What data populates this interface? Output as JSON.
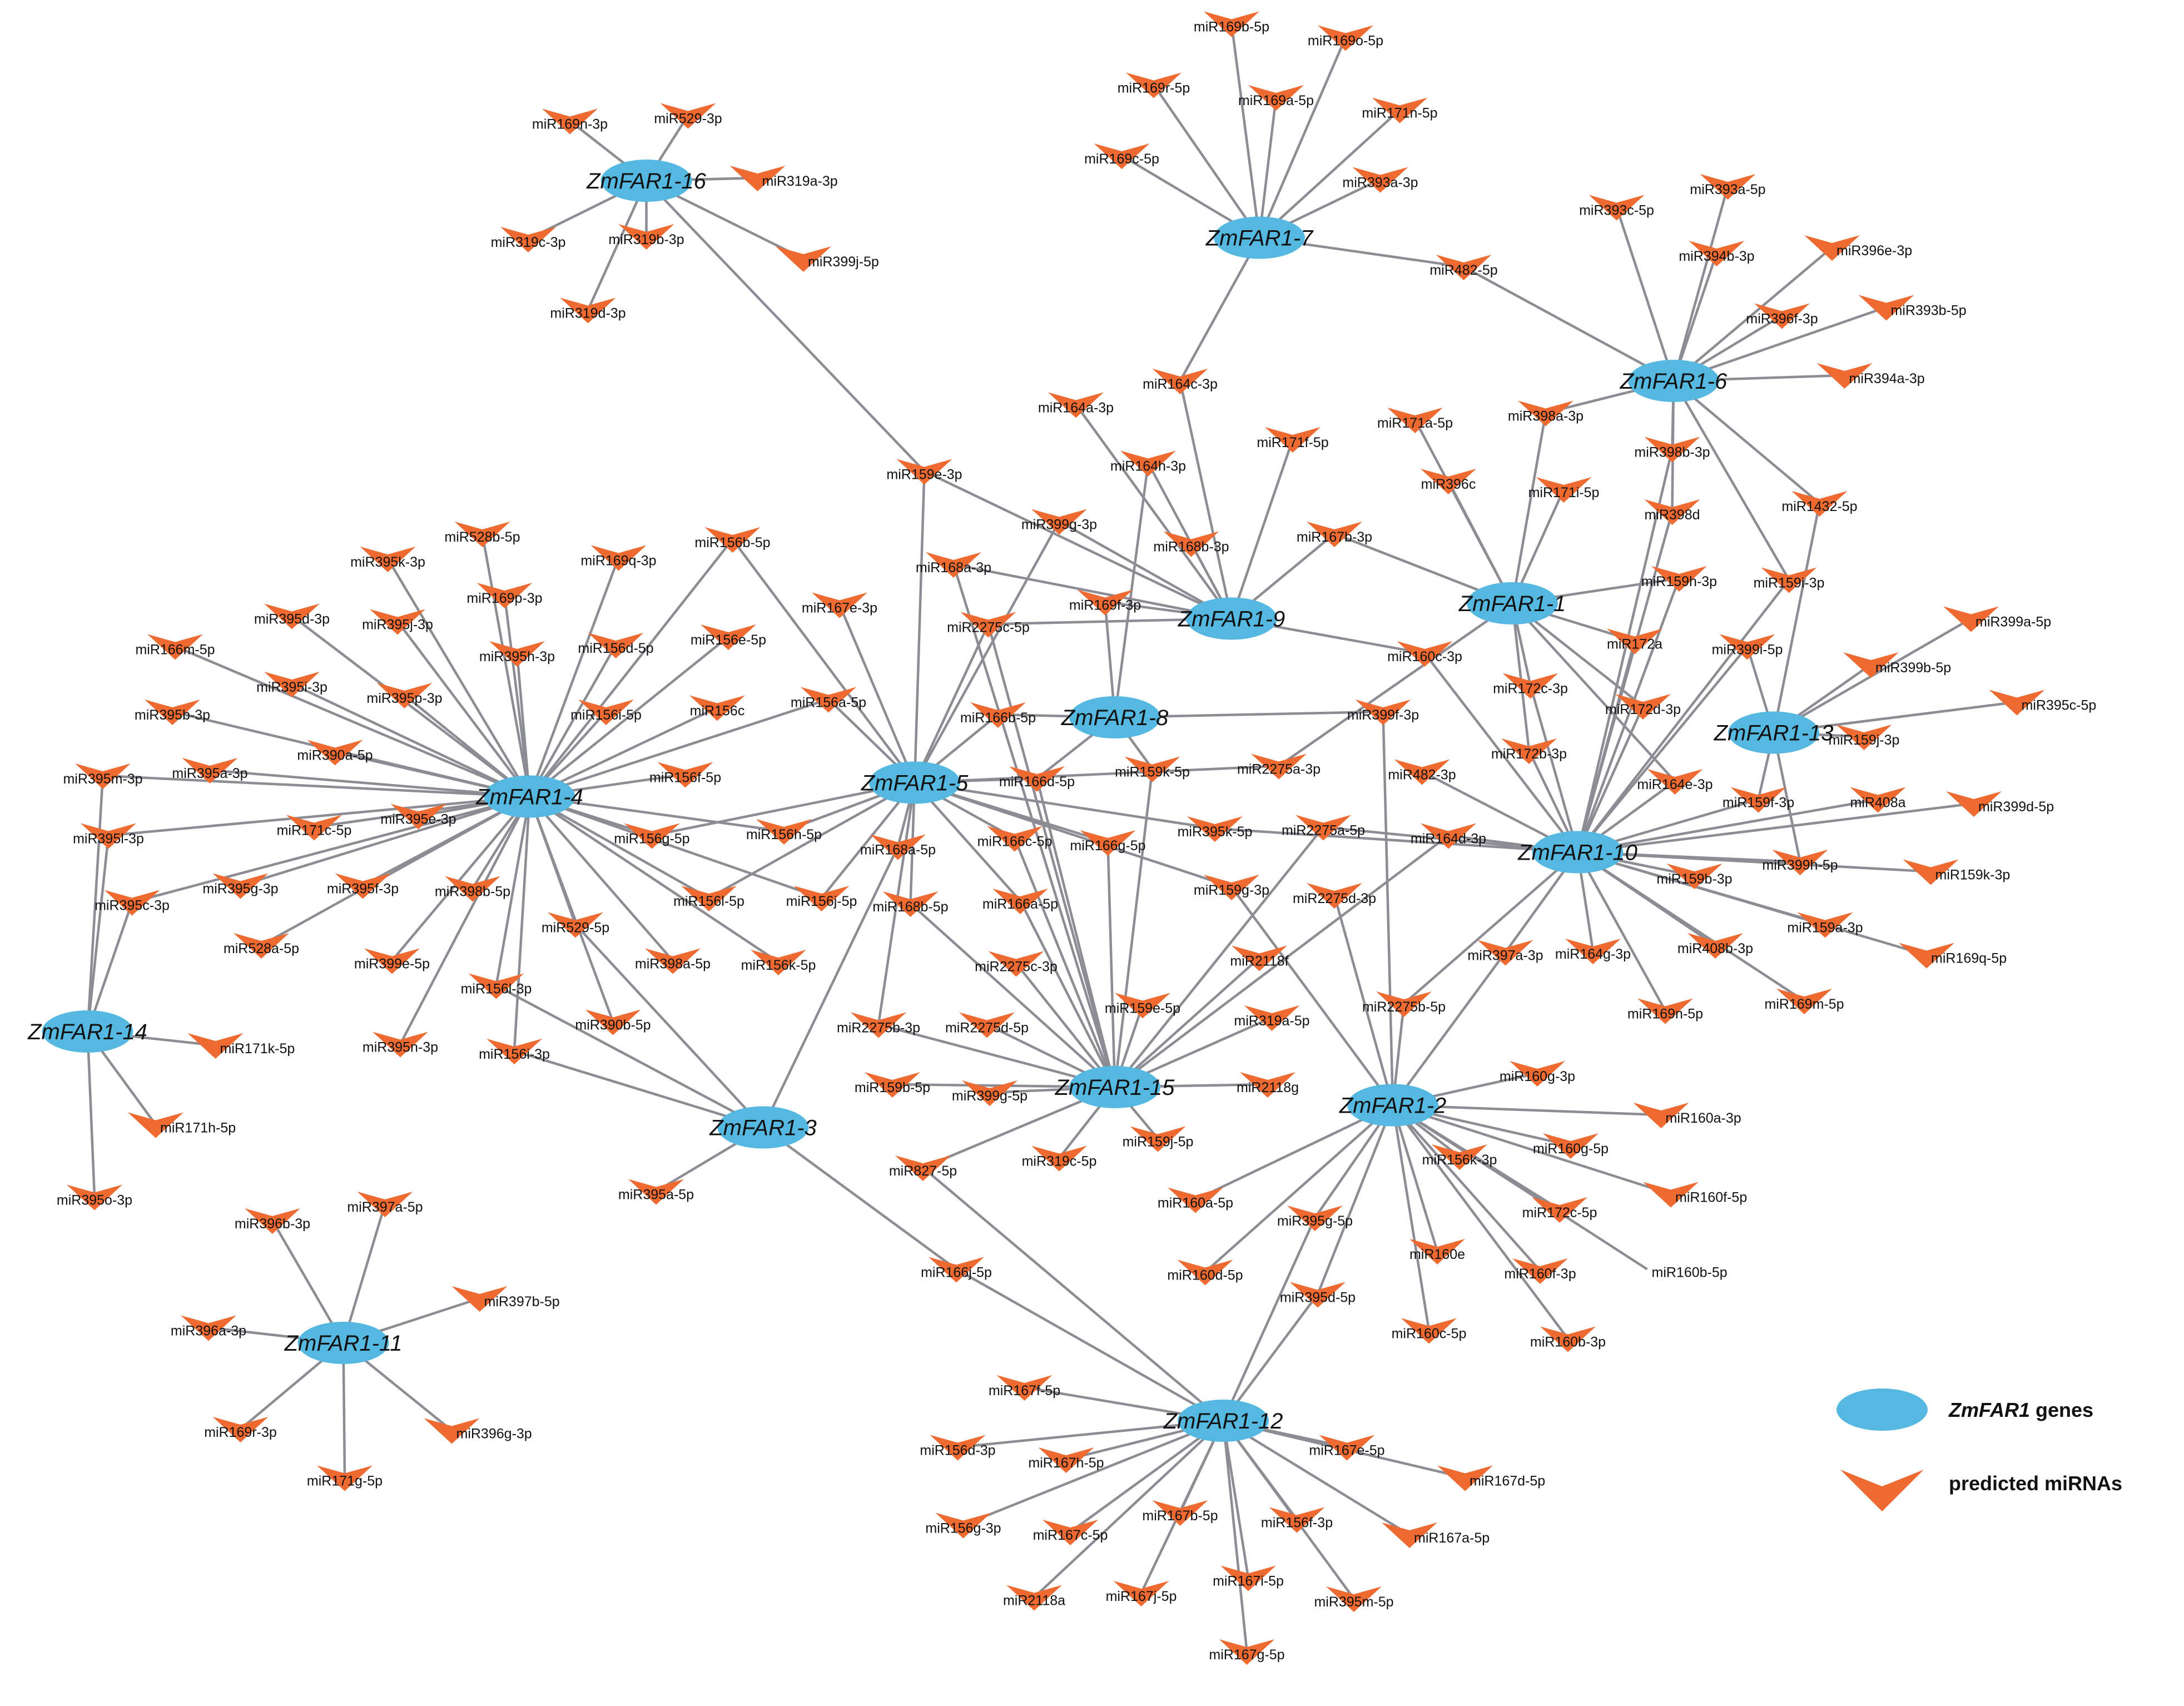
{
  "colors": {
    "gene": "#54b8e0",
    "mirna": "#ef6a30",
    "edge": "#8c8c94"
  },
  "legend": {
    "gene_name": "ZmFAR1",
    "gene_suffix": " genes",
    "mirna_label": "predicted miRNAs"
  },
  "genes": [
    {
      "id": "G1",
      "label": "ZmFAR1-1"
    },
    {
      "id": "G2",
      "label": "ZmFAR1-2"
    },
    {
      "id": "G3",
      "label": "ZmFAR1-3"
    },
    {
      "id": "G4",
      "label": "ZmFAR1-4"
    },
    {
      "id": "G5",
      "label": "ZmFAR1-5"
    },
    {
      "id": "G6",
      "label": "ZmFAR1-6"
    },
    {
      "id": "G7",
      "label": "ZmFAR1-7"
    },
    {
      "id": "G8",
      "label": "ZmFAR1-8"
    },
    {
      "id": "G9",
      "label": "ZmFAR1-9"
    },
    {
      "id": "G10",
      "label": "ZmFAR1-10"
    },
    {
      "id": "G11",
      "label": "ZmFAR1-11"
    },
    {
      "id": "G12",
      "label": "ZmFAR1-12"
    },
    {
      "id": "G13",
      "label": "ZmFAR1-13"
    },
    {
      "id": "G14",
      "label": "ZmFAR1-14"
    },
    {
      "id": "G15",
      "label": "ZmFAR1-15"
    },
    {
      "id": "G16",
      "label": "ZmFAR1-16"
    }
  ],
  "mirnas": [
    {
      "label": "miR169n-3p",
      "targets": [
        "G16"
      ]
    },
    {
      "label": "miR529-3p",
      "targets": [
        "G16"
      ]
    },
    {
      "label": "miR319a-3p",
      "targets": [
        "G16"
      ]
    },
    {
      "label": "miR319c-3p",
      "targets": [
        "G16"
      ]
    },
    {
      "label": "miR319b-3p",
      "targets": [
        "G16"
      ]
    },
    {
      "label": "miR399j-5p",
      "targets": [
        "G16"
      ]
    },
    {
      "label": "miR319d-3p",
      "targets": [
        "G16"
      ]
    },
    {
      "label": "miR169b-5p",
      "targets": [
        "G7"
      ]
    },
    {
      "label": "miR169o-5p",
      "targets": [
        "G7"
      ]
    },
    {
      "label": "miR169r-5p",
      "targets": [
        "G7"
      ]
    },
    {
      "label": "miR169a-5p",
      "targets": [
        "G7"
      ]
    },
    {
      "label": "miR171n-5p",
      "targets": [
        "G7"
      ]
    },
    {
      "label": "miR169c-5p",
      "targets": [
        "G7"
      ]
    },
    {
      "label": "miR393a-3p",
      "targets": [
        "G7"
      ]
    },
    {
      "label": "miR482-5p",
      "targets": [
        "G7",
        "G6"
      ]
    },
    {
      "label": "miR164c-3p",
      "targets": [
        "G7",
        "G9"
      ]
    },
    {
      "label": "miR393c-5p",
      "targets": [
        "G6"
      ]
    },
    {
      "label": "miR393a-5p",
      "targets": [
        "G6"
      ]
    },
    {
      "label": "miR394b-3p",
      "targets": [
        "G6"
      ]
    },
    {
      "label": "miR396e-3p",
      "targets": [
        "G6"
      ]
    },
    {
      "label": "miR396f-3p",
      "targets": [
        "G6"
      ]
    },
    {
      "label": "miR393b-5p",
      "targets": [
        "G6"
      ]
    },
    {
      "label": "miR394a-3p",
      "targets": [
        "G6"
      ]
    },
    {
      "label": "miR1432-5p",
      "targets": [
        "G6",
        "G13"
      ]
    },
    {
      "label": "miR398a-3p",
      "targets": [
        "G6",
        "G1"
      ]
    },
    {
      "label": "miR398b-3p",
      "targets": [
        "G6",
        "G10"
      ]
    },
    {
      "label": "miR398d",
      "targets": [
        "G6",
        "G10"
      ]
    },
    {
      "label": "miR159i-3p",
      "targets": [
        "G6",
        "G10"
      ]
    },
    {
      "label": "miR164a-3p",
      "targets": [
        "G9"
      ]
    },
    {
      "label": "miR171f-5p",
      "targets": [
        "G9"
      ]
    },
    {
      "label": "miR171a-5p",
      "targets": [
        "G1"
      ]
    },
    {
      "label": "miR396c",
      "targets": [
        "G1"
      ]
    },
    {
      "label": "miR171i-5p",
      "targets": [
        "G1"
      ]
    },
    {
      "label": "miR164h-3p",
      "targets": [
        "G9",
        "G8"
      ]
    },
    {
      "label": "miR159e-3p",
      "targets": [
        "G16",
        "G9",
        "G5"
      ]
    },
    {
      "label": "miR399g-3p",
      "targets": [
        "G9",
        "G5"
      ]
    },
    {
      "label": "miR168b-3p",
      "targets": [
        "G9"
      ]
    },
    {
      "label": "miR167b-3p",
      "targets": [
        "G9",
        "G1"
      ]
    },
    {
      "label": "miR159h-3p",
      "targets": [
        "G1",
        "G10"
      ]
    },
    {
      "label": "miR168a-3p",
      "targets": [
        "G9",
        "G15"
      ]
    },
    {
      "label": "miR169f-3p",
      "targets": [
        "G9",
        "G8"
      ]
    },
    {
      "label": "miR172a",
      "targets": [
        "G1",
        "G10"
      ]
    },
    {
      "label": "miR160c-3p",
      "targets": [
        "G9",
        "G10"
      ]
    },
    {
      "label": "miR2275c-5p",
      "targets": [
        "G5",
        "G9",
        "G15"
      ]
    },
    {
      "label": "miR167e-3p",
      "targets": [
        "G5"
      ]
    },
    {
      "label": "miR399i-5p",
      "targets": [
        "G13",
        "G10"
      ]
    },
    {
      "label": "miR399a-5p",
      "targets": [
        "G13"
      ]
    },
    {
      "label": "miR399b-5p",
      "targets": [
        "G13"
      ]
    },
    {
      "label": "miR395c-5p",
      "targets": [
        "G13"
      ]
    },
    {
      "label": "miR159j-3p",
      "targets": [
        "G13"
      ]
    },
    {
      "label": "miR399d-5p",
      "targets": [
        "G10"
      ]
    },
    {
      "label": "miR408a",
      "targets": [
        "G10"
      ]
    },
    {
      "label": "miR159f-3p",
      "targets": [
        "G10",
        "G13"
      ]
    },
    {
      "label": "miR399h-5p",
      "targets": [
        "G10",
        "G13"
      ]
    },
    {
      "label": "miR159k-3p",
      "targets": [
        "G10"
      ]
    },
    {
      "label": "miR172c-3p",
      "targets": [
        "G1",
        "G10"
      ]
    },
    {
      "label": "miR172d-3p",
      "targets": [
        "G1",
        "G10"
      ]
    },
    {
      "label": "miR172b-3p",
      "targets": [
        "G1",
        "G10"
      ]
    },
    {
      "label": "miR164e-3p",
      "targets": [
        "G1",
        "G10"
      ]
    },
    {
      "label": "miR399f-3p",
      "targets": [
        "G8",
        "G2"
      ]
    },
    {
      "label": "miR2275a-3p",
      "targets": [
        "G1",
        "G5"
      ]
    },
    {
      "label": "miR482-3p",
      "targets": [
        "G10"
      ]
    },
    {
      "label": "miR2275a-5p",
      "targets": [
        "G10",
        "G15"
      ]
    },
    {
      "label": "miR164d-3p",
      "targets": [
        "G10",
        "G15"
      ]
    },
    {
      "label": "miR159b-3p",
      "targets": [
        "G10"
      ]
    },
    {
      "label": "miR159a-3p",
      "targets": [
        "G10"
      ]
    },
    {
      "label": "miR169q-5p",
      "targets": [
        "G10"
      ]
    },
    {
      "label": "miR408b-3p",
      "targets": [
        "G10"
      ]
    },
    {
      "label": "miR169m-5p",
      "targets": [
        "G10"
      ]
    },
    {
      "label": "miR169n-5p",
      "targets": [
        "G10"
      ]
    },
    {
      "label": "miR164g-3p",
      "targets": [
        "G10"
      ]
    },
    {
      "label": "miR397a-3p",
      "targets": [
        "G10",
        "G2"
      ]
    },
    {
      "label": "miR2275b-5p",
      "targets": [
        "G10",
        "G2"
      ]
    },
    {
      "label": "miR2275d-3p",
      "targets": [
        "G2"
      ]
    },
    {
      "label": "miR395k-5p",
      "targets": [
        "G5",
        "G10"
      ]
    },
    {
      "label": "miR159g-3p",
      "targets": [
        "G5",
        "G2"
      ]
    },
    {
      "label": "miR166b-5p",
      "targets": [
        "G8",
        "G5"
      ]
    },
    {
      "label": "miR166d-5p",
      "targets": [
        "G8",
        "G5",
        "G15"
      ]
    },
    {
      "label": "miR159k-5p",
      "targets": [
        "G8",
        "G15"
      ]
    },
    {
      "label": "miR166c-5p",
      "targets": [
        "G5",
        "G15"
      ]
    },
    {
      "label": "miR166g-5p",
      "targets": [
        "G5",
        "G15"
      ]
    },
    {
      "label": "miR166a-5p",
      "targets": [
        "G5",
        "G15"
      ]
    },
    {
      "label": "miR168a-5p",
      "targets": [
        "G5",
        "G3"
      ]
    },
    {
      "label": "miR168b-5p",
      "targets": [
        "G5",
        "G15"
      ]
    },
    {
      "label": "miR2275c-3p",
      "targets": [
        "G15"
      ]
    },
    {
      "label": "miR2275b-3p",
      "targets": [
        "G5",
        "G15"
      ]
    },
    {
      "label": "miR2275d-5p",
      "targets": [
        "G15"
      ]
    },
    {
      "label": "miR2118f",
      "targets": [
        "G15"
      ]
    },
    {
      "label": "miR159e-5p",
      "targets": [
        "G15"
      ]
    },
    {
      "label": "miR319a-5p",
      "targets": [
        "G15"
      ]
    },
    {
      "label": "miR2118g",
      "targets": [
        "G15"
      ]
    },
    {
      "label": "miR159b-5p",
      "targets": [
        "G15"
      ]
    },
    {
      "label": "miR399g-5p",
      "targets": [
        "G15"
      ]
    },
    {
      "label": "miR319c-5p",
      "targets": [
        "G15"
      ]
    },
    {
      "label": "miR159j-5p",
      "targets": [
        "G15"
      ]
    },
    {
      "label": "miR827-5p",
      "targets": [
        "G15",
        "G12"
      ]
    },
    {
      "label": "miR156b-5p",
      "targets": [
        "G4",
        "G5"
      ]
    },
    {
      "label": "miR528b-5p",
      "targets": [
        "G4"
      ]
    },
    {
      "label": "miR395k-3p",
      "targets": [
        "G4"
      ]
    },
    {
      "label": "miR169q-3p",
      "targets": [
        "G4"
      ]
    },
    {
      "label": "miR169p-3p",
      "targets": [
        "G4"
      ]
    },
    {
      "label": "miR395d-3p",
      "targets": [
        "G4"
      ]
    },
    {
      "label": "miR395j-3p",
      "targets": [
        "G4"
      ]
    },
    {
      "label": "miR395h-3p",
      "targets": [
        "G4"
      ]
    },
    {
      "label": "miR156d-5p",
      "targets": [
        "G4"
      ]
    },
    {
      "label": "miR156e-5p",
      "targets": [
        "G4"
      ]
    },
    {
      "label": "miR166m-5p",
      "targets": [
        "G4"
      ]
    },
    {
      "label": "miR395i-3p",
      "targets": [
        "G4"
      ]
    },
    {
      "label": "miR395p-3p",
      "targets": [
        "G4"
      ]
    },
    {
      "label": "miR156i-5p",
      "targets": [
        "G4"
      ]
    },
    {
      "label": "miR156c",
      "targets": [
        "G4"
      ]
    },
    {
      "label": "miR156a-5p",
      "targets": [
        "G4",
        "G5"
      ]
    },
    {
      "label": "miR395b-3p",
      "targets": [
        "G4"
      ]
    },
    {
      "label": "miR390a-5p",
      "targets": [
        "G4"
      ]
    },
    {
      "label": "miR395a-3p",
      "targets": [
        "G4"
      ]
    },
    {
      "label": "miR156f-5p",
      "targets": [
        "G4"
      ]
    },
    {
      "label": "miR395m-3p",
      "targets": [
        "G4",
        "G14"
      ]
    },
    {
      "label": "miR395l-3p",
      "targets": [
        "G4",
        "G14"
      ]
    },
    {
      "label": "miR171c-5p",
      "targets": [
        "G4"
      ]
    },
    {
      "label": "miR395e-3p",
      "targets": [
        "G4"
      ]
    },
    {
      "label": "miR156g-5p",
      "targets": [
        "G4",
        "G5"
      ]
    },
    {
      "label": "miR156h-5p",
      "targets": [
        "G4",
        "G5"
      ]
    },
    {
      "label": "miR395c-3p",
      "targets": [
        "G4",
        "G14"
      ]
    },
    {
      "label": "miR395g-3p",
      "targets": [
        "G4"
      ]
    },
    {
      "label": "miR395f-3p",
      "targets": [
        "G4"
      ]
    },
    {
      "label": "miR398b-5p",
      "targets": [
        "G4"
      ]
    },
    {
      "label": "miR156l-5p",
      "targets": [
        "G4",
        "G5"
      ]
    },
    {
      "label": "miR156j-5p",
      "targets": [
        "G4",
        "G5"
      ]
    },
    {
      "label": "miR528a-5p",
      "targets": [
        "G4"
      ]
    },
    {
      "label": "miR399e-5p",
      "targets": [
        "G4"
      ]
    },
    {
      "label": "miR529-5p",
      "targets": [
        "G4",
        "G3"
      ]
    },
    {
      "label": "miR398a-5p",
      "targets": [
        "G4"
      ]
    },
    {
      "label": "miR156k-5p",
      "targets": [
        "G4"
      ]
    },
    {
      "label": "miR156l-3p",
      "targets": [
        "G4",
        "G3"
      ]
    },
    {
      "label": "miR390b-5p",
      "targets": [
        "G4"
      ]
    },
    {
      "label": "miR395n-3p",
      "targets": [
        "G4"
      ]
    },
    {
      "label": "miR156i-3p",
      "targets": [
        "G4",
        "G3"
      ]
    },
    {
      "label": "miR395a-5p",
      "targets": [
        "G3"
      ]
    },
    {
      "label": "miR166j-5p",
      "targets": [
        "G3",
        "G12"
      ]
    },
    {
      "label": "miR171k-5p",
      "targets": [
        "G14"
      ]
    },
    {
      "label": "miR171h-5p",
      "targets": [
        "G14"
      ]
    },
    {
      "label": "miR395o-3p",
      "targets": [
        "G14"
      ]
    },
    {
      "label": "miR160g-3p",
      "targets": [
        "G2"
      ]
    },
    {
      "label": "miR160a-3p",
      "targets": [
        "G2"
      ]
    },
    {
      "label": "miR156k-3p",
      "targets": [
        "G2"
      ]
    },
    {
      "label": "miR160g-5p",
      "targets": [
        "G2"
      ]
    },
    {
      "label": "miR160f-5p",
      "targets": [
        "G2"
      ]
    },
    {
      "label": "miR160a-5p",
      "targets": [
        "G2"
      ]
    },
    {
      "label": "miR395g-5p",
      "targets": [
        "G2",
        "G12"
      ]
    },
    {
      "label": "miR172c-5p",
      "targets": [
        "G2"
      ]
    },
    {
      "label": "miR160e",
      "targets": [
        "G2"
      ]
    },
    {
      "label": "miR160f-3p",
      "targets": [
        "G2"
      ]
    },
    {
      "label": "miR160b-5p",
      "targets": [
        "G2"
      ]
    },
    {
      "label": "miR160d-5p",
      "targets": [
        "G2"
      ]
    },
    {
      "label": "miR395d-5p",
      "targets": [
        "G2",
        "G12"
      ]
    },
    {
      "label": "miR160c-5p",
      "targets": [
        "G2"
      ]
    },
    {
      "label": "miR160b-3p",
      "targets": [
        "G2"
      ]
    },
    {
      "label": "miR396b-3p",
      "targets": [
        "G11"
      ]
    },
    {
      "label": "miR397a-5p",
      "targets": [
        "G11"
      ]
    },
    {
      "label": "miR397b-5p",
      "targets": [
        "G11"
      ]
    },
    {
      "label": "miR396a-3p",
      "targets": [
        "G11"
      ]
    },
    {
      "label": "miR169r-3p",
      "targets": [
        "G11"
      ]
    },
    {
      "label": "miR396g-3p",
      "targets": [
        "G11"
      ]
    },
    {
      "label": "miR171g-5p",
      "targets": [
        "G11"
      ]
    },
    {
      "label": "miR167f-5p",
      "targets": [
        "G12"
      ]
    },
    {
      "label": "miR156d-3p",
      "targets": [
        "G12"
      ]
    },
    {
      "label": "miR167h-5p",
      "targets": [
        "G12"
      ]
    },
    {
      "label": "miR167e-5p",
      "targets": [
        "G12"
      ]
    },
    {
      "label": "miR167d-5p",
      "targets": [
        "G12"
      ]
    },
    {
      "label": "miR156g-3p",
      "targets": [
        "G12"
      ]
    },
    {
      "label": "miR167c-5p",
      "targets": [
        "G12"
      ]
    },
    {
      "label": "miR167b-5p",
      "targets": [
        "G12"
      ]
    },
    {
      "label": "miR156f-3p",
      "targets": [
        "G12"
      ]
    },
    {
      "label": "miR167a-5p",
      "targets": [
        "G12"
      ]
    },
    {
      "label": "miR2118a",
      "targets": [
        "G12"
      ]
    },
    {
      "label": "miR167j-5p",
      "targets": [
        "G12"
      ]
    },
    {
      "label": "miR167i-5p",
      "targets": [
        "G12"
      ]
    },
    {
      "label": "miR395m-5p",
      "targets": [
        "G12"
      ]
    },
    {
      "label": "miR167g-5p",
      "targets": [
        "G12"
      ]
    }
  ]
}
